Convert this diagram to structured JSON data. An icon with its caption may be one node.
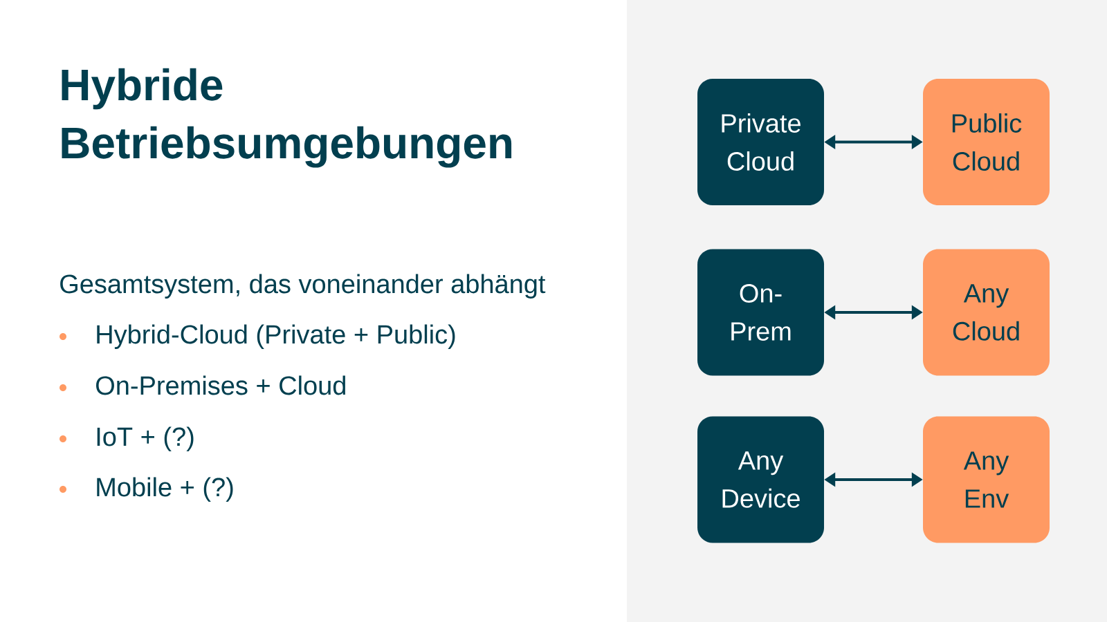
{
  "diagram": {
    "title": "Hybride Betriebsumgebungen",
    "nodes": [
      {
        "text": [
          "Private Cloud"
        ]
      },
      {
        "text": [
          "Public Cloud"
        ]
      },
      {
        "text": [
          "On-Prem"
        ]
      },
      {
        "text": [
          "Any Cloud"
        ]
      },
      {
        "text": [
          "Any Device"
        ]
      },
      {
        "text": [
          "Any Env"
        ]
      }
    ],
    "edges": [
      {
        "from": 0,
        "to": 1,
        "arrow": "both"
      },
      {
        "from": 2,
        "to": 3,
        "arrow": "both"
      },
      {
        "from": 4,
        "to": 5,
        "arrow": "both"
      }
    ],
    "labels": [
      "Gesamtsystem, das voneinander abhängt",
      "Hybrid-Cloud (Private + Public)",
      "On-Premises + Cloud",
      "IoT + (?)",
      "Mobile + (?)"
    ]
  }
}
